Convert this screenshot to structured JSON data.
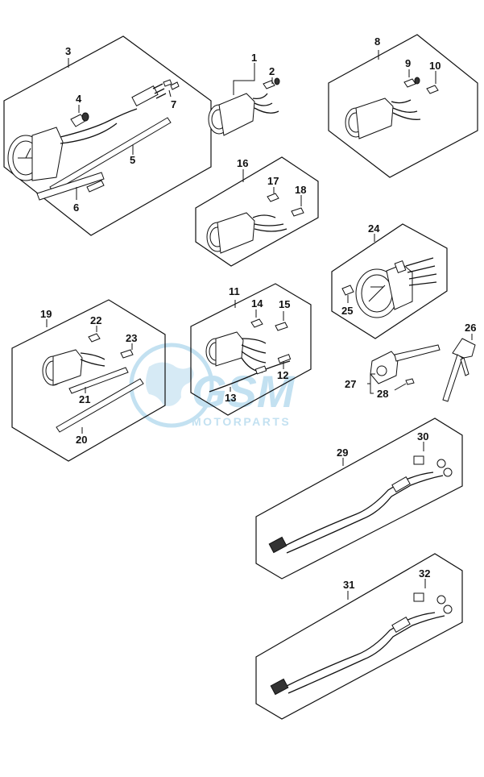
{
  "watermark": {
    "brand": "GSM",
    "sub": "MOTORPARTS",
    "color": "#b9dcef"
  },
  "callouts": {
    "c1": "1",
    "c2": "2",
    "c3": "3",
    "c4": "4",
    "c5": "5",
    "c6": "6",
    "c7": "7",
    "c8": "8",
    "c9": "9",
    "c10": "10",
    "c11": "11",
    "c12": "12",
    "c13": "13",
    "c14": "14",
    "c15": "15",
    "c16": "16",
    "c17": "17",
    "c18": "18",
    "c19": "19",
    "c20": "20",
    "c21": "21",
    "c22": "22",
    "c23": "23",
    "c24": "24",
    "c25": "25",
    "c26": "26",
    "c27": "27",
    "c28": "28",
    "c29": "29",
    "c30": "30",
    "c31": "31",
    "c32": "32"
  }
}
